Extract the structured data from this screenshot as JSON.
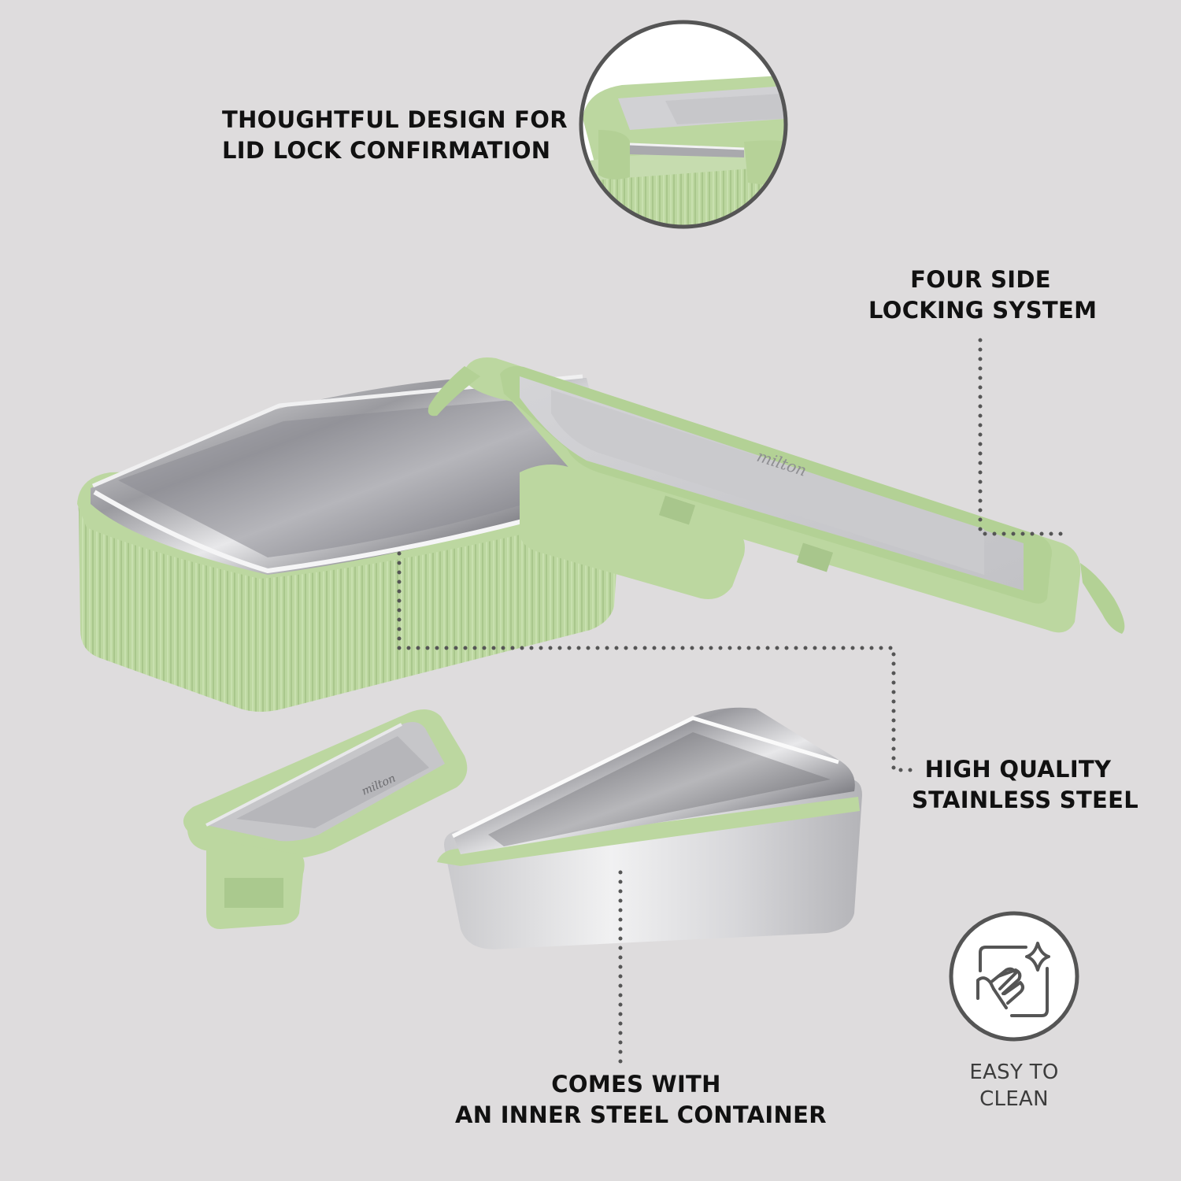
{
  "colors": {
    "background": "#dedcdd",
    "silicone_green": "#bcd7a0",
    "green_shadow": "#a6c48a",
    "steel_light": "#e6e6e8",
    "steel_mid": "#bdbdc0",
    "steel_dark": "#6f6f74",
    "callout_dots": "#555555",
    "text": "#111111",
    "icon_stroke": "#555555"
  },
  "features": {
    "lid_lock": {
      "line1": "THOUGHTFUL DESIGN FOR",
      "line2": "LID LOCK CONFIRMATION"
    },
    "locking": {
      "line1": "FOUR SIDE",
      "line2": "LOCKING SYSTEM"
    },
    "steel": {
      "line1": "HIGH QUALITY",
      "line2": "STAINLESS STEEL"
    },
    "inner": {
      "line1": "COMES WITH",
      "line2": "AN INNER STEEL CONTAINER"
    },
    "clean": {
      "line1": "EASY TO",
      "line2": "CLEAN",
      "icon": "hand-wipe-sparkle-icon"
    }
  },
  "product": {
    "brand_mark": "milton"
  }
}
